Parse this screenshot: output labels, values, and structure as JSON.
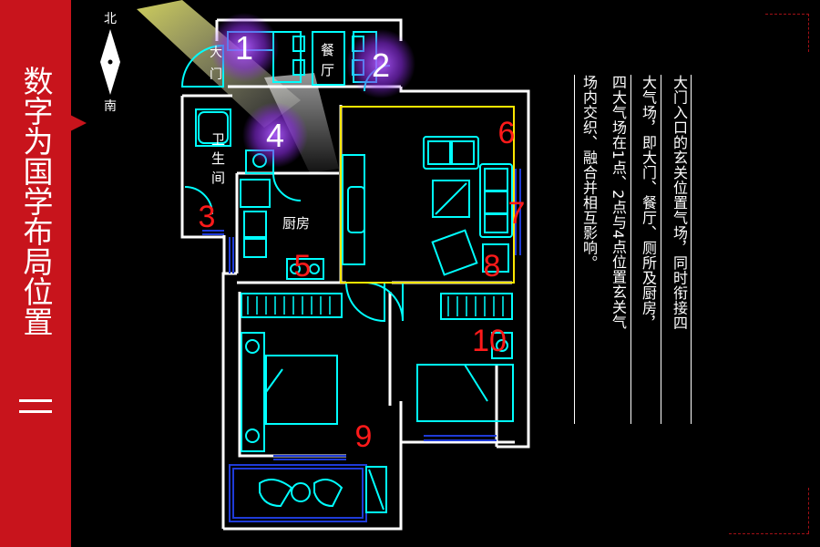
{
  "sidebar": {
    "title": "数字为国学布局位置",
    "colors": {
      "background": "#c8141c",
      "text": "#ffffff"
    }
  },
  "compass": {
    "north": "北",
    "south": "南"
  },
  "rooms": {
    "entrance": "大门",
    "dining": "餐厅",
    "bathroom": "卫生间",
    "kitchen": "厨房"
  },
  "markers": {
    "circled": [
      "1",
      "2",
      "4"
    ],
    "red": [
      "3",
      "5",
      "6",
      "7",
      "8",
      "9",
      "10"
    ]
  },
  "colors": {
    "walls": "#ffffff",
    "furniture": "#00ffff",
    "windows": "#1f3bd8",
    "markers": "#ff1a1a",
    "living_room_outline": "#ffe600",
    "glow": "#8a2be2",
    "light_beam": "#f5f08c"
  },
  "description": {
    "columns": [
      "大门入口的玄关位置气场，同时衔接四",
      "大气场，即大门、餐厅、厕所及厨房，",
      "四大气场在1点、2点与4点位置玄关气",
      "场内交织、融合并相互影响。"
    ]
  }
}
